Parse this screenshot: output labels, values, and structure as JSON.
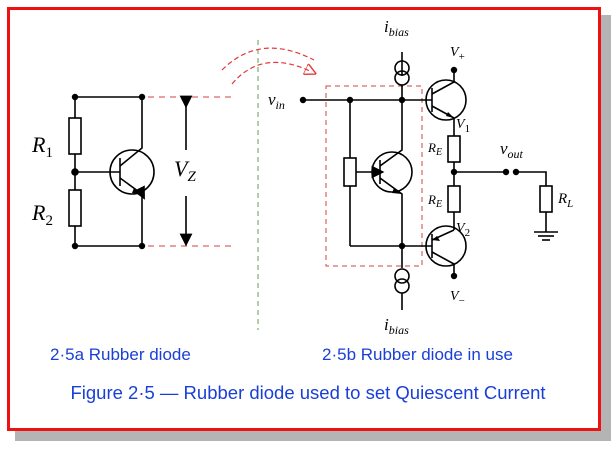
{
  "captions": {
    "left": "2·5a  Rubber diode",
    "right": "2·5b  Rubber diode in use",
    "figure": "Figure 2·5 — Rubber diode used to set Quiescent Current"
  },
  "labels": {
    "r1_main": "R",
    "r1_sub": "1",
    "r2_main": "R",
    "r2_sub": "2",
    "vz_main": "V",
    "vz_sub": "Z",
    "vin_main": "v",
    "vin_sub": "in",
    "ibias_main": "i",
    "ibias_sub": "bias",
    "vplus_main": "V",
    "vplus_sub": "+",
    "vminus_main": "V",
    "vminus_sub": "−",
    "v1_main": "V",
    "v1_sub": "1",
    "v2_main": "V",
    "v2_sub": "2",
    "re_main": "R",
    "re_sub": "E",
    "vout_main": "v",
    "vout_sub": "out",
    "rl_main": "R",
    "rl_sub": "L"
  },
  "colors": {
    "frame": "#ee1111",
    "shadow": "#b4b4b4",
    "caption": "#1a3fd6",
    "dashed_box": "#d04040",
    "divider": "#6a9a5a"
  }
}
